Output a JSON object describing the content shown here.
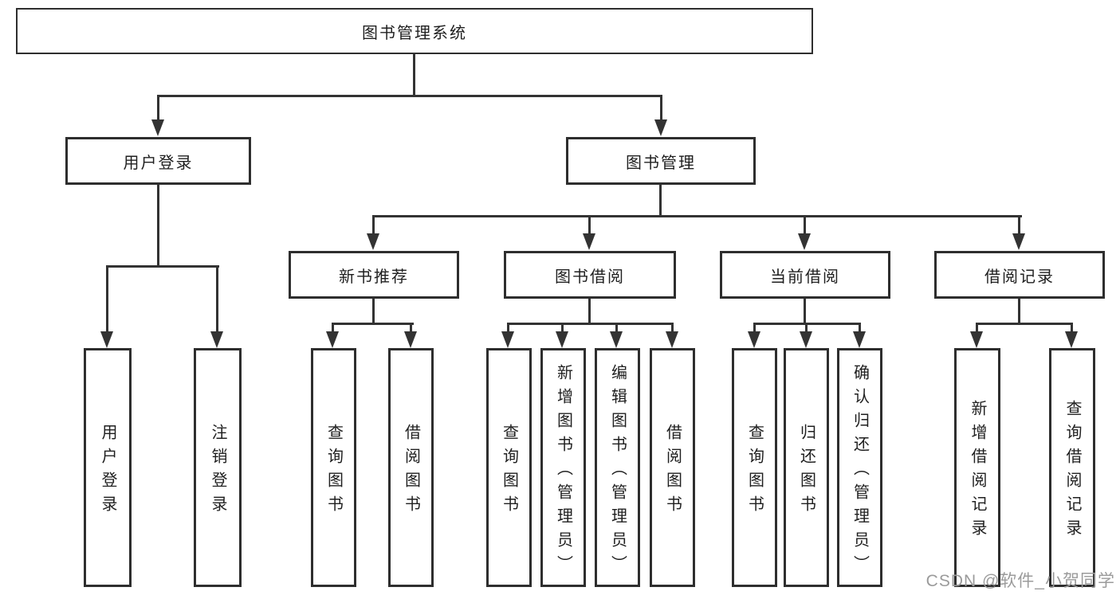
{
  "tree": {
    "root": "图书管理系统",
    "branches": [
      {
        "label": "用户登录",
        "leaves": [
          "用户登录",
          "注销登录"
        ]
      },
      {
        "label": "图书管理",
        "sections": [
          {
            "label": "新书推荐",
            "leaves": [
              "查询图书",
              "借阅图书"
            ]
          },
          {
            "label": "图书借阅",
            "leaves": [
              "查询图书",
              "新增图书（管理员）",
              "编辑图书（管理员）",
              "借阅图书"
            ]
          },
          {
            "label": "当前借阅",
            "leaves": [
              "查询图书",
              "归还图书",
              "确认归还（管理员）"
            ]
          },
          {
            "label": "借阅记录",
            "leaves": [
              "新增借阅记录",
              "查询借阅记录"
            ]
          }
        ]
      }
    ]
  },
  "watermark": "CSDN @软件_小贺同学",
  "colors": {
    "background": "#ffffff",
    "box_border": "#2e2e2e",
    "line": "#333333",
    "text": "#1f1f1f",
    "watermark": "#9b9b9b"
  }
}
